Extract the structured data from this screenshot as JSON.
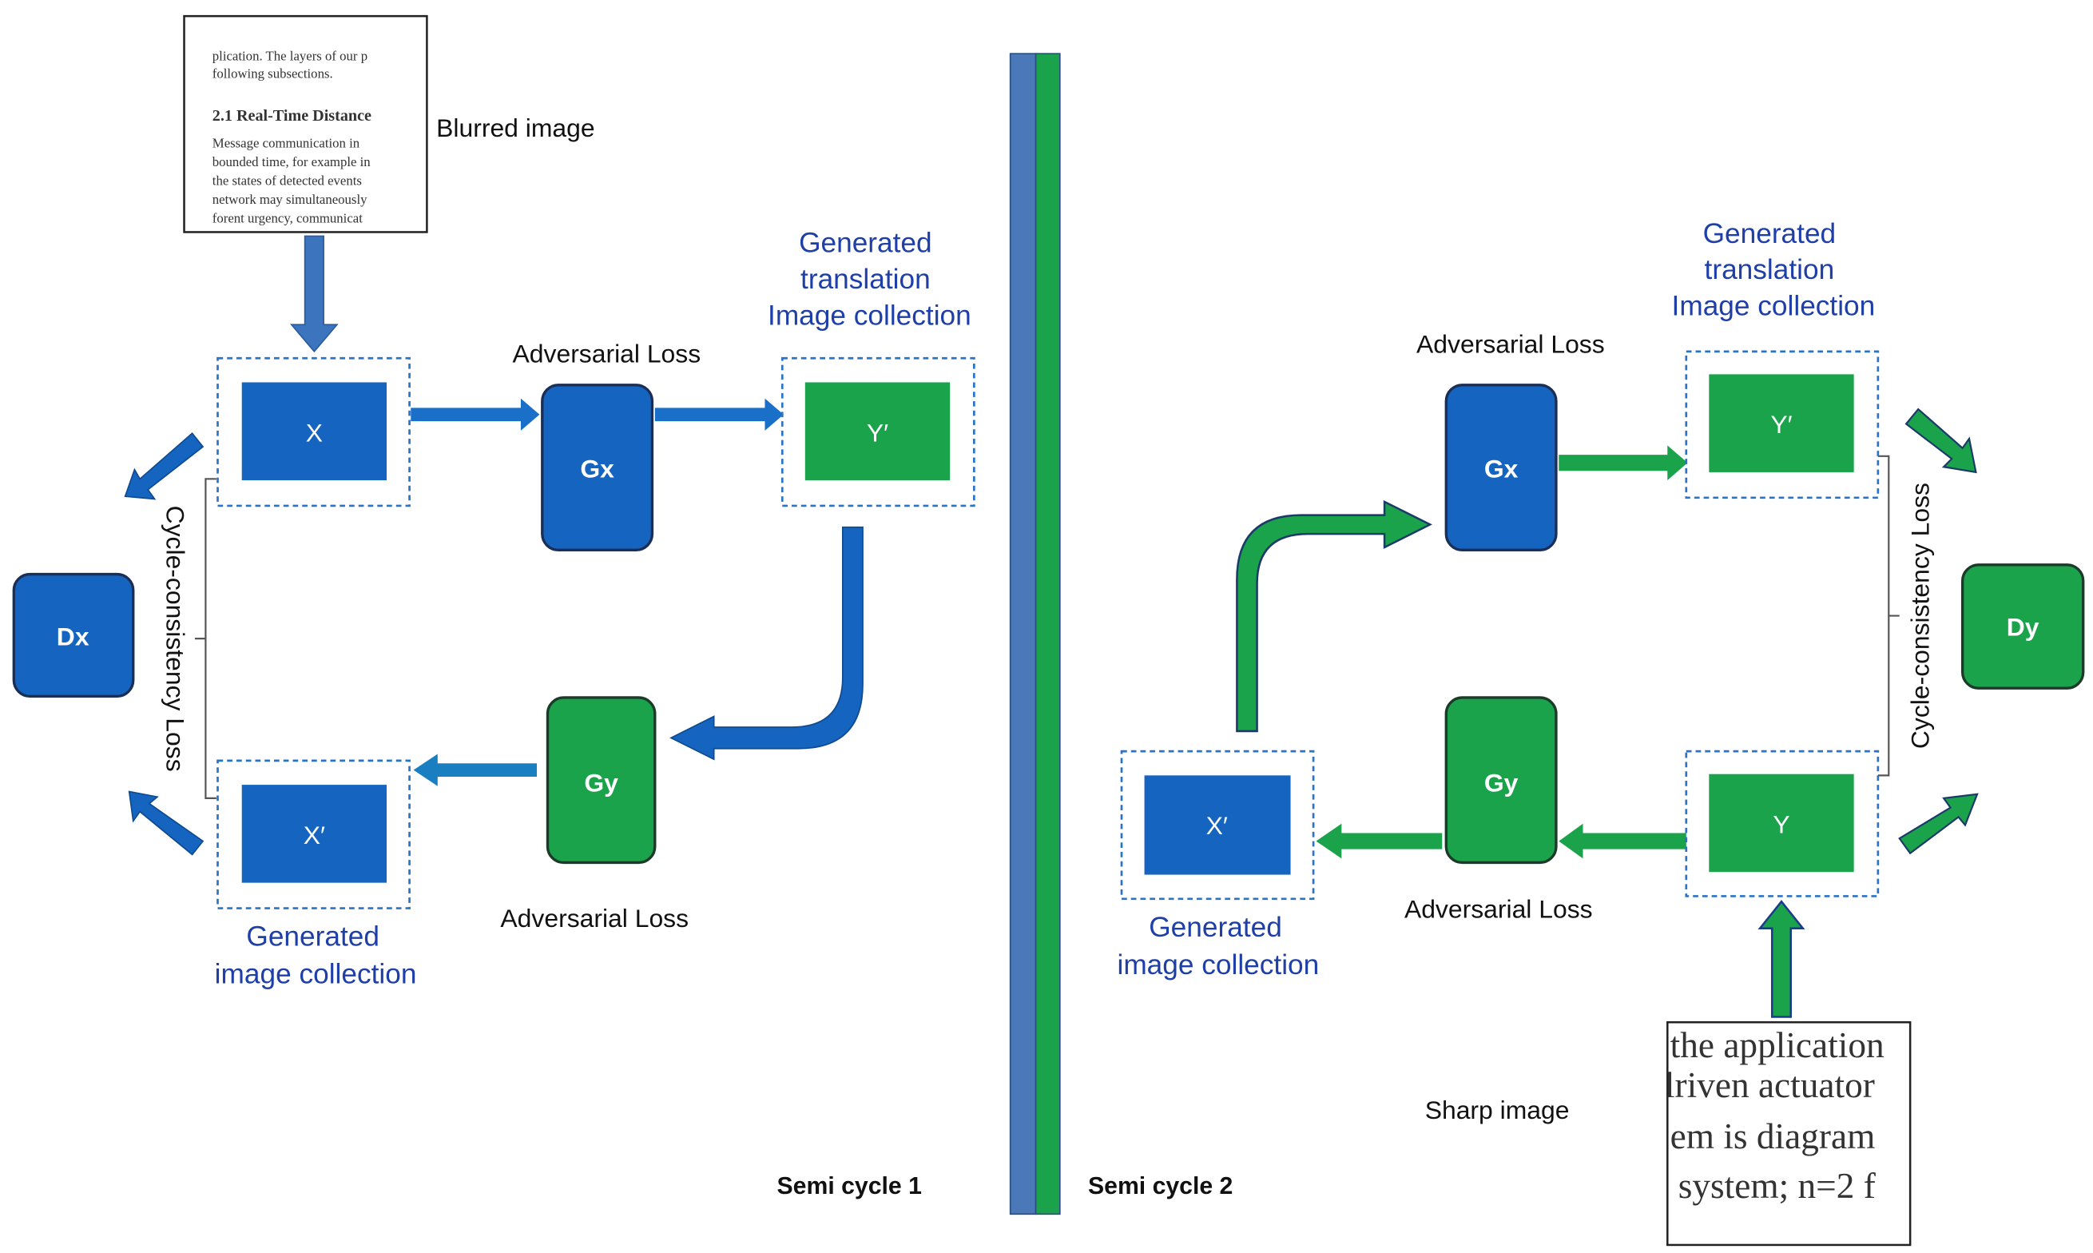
{
  "colors": {
    "blue": "#1565c0",
    "green": "#1aa34a",
    "dark_blue": "#0d5aa7",
    "label_blue": "#1f3fa8"
  },
  "left": {
    "blurred_label": "Blurred image",
    "blurred_doc_lines": [
      "plication. The layers of our p",
      "following subsections.",
      "2.1   Real-Time Distance",
      "Message communication in",
      "bounded time, for example in",
      "the states of detected events",
      "network may simultaneously",
      "forent urgency, communicat"
    ],
    "x_label": "X",
    "gx_label": "Gx",
    "gy_label": "Gy",
    "y_prime_label": "Y′",
    "x_prime_label": "X′",
    "dx_label": "Dx",
    "adv_loss_top": "Adversarial Loss",
    "adv_loss_bottom": "Adversarial Loss",
    "gen_translation": [
      "Generated",
      "translation",
      "Image collection"
    ],
    "gen_image": [
      "Generated",
      "image collection"
    ],
    "cycle_loss": "Cycle-consistency Loss",
    "semi_cycle": "Semi cycle 1"
  },
  "right": {
    "sharp_label": "Sharp image",
    "sharp_doc_lines": [
      "the application",
      "lriven actuator",
      "em is diagram",
      "system; n=2 f"
    ],
    "gx_label": "Gx",
    "gy_label": "Gy",
    "y_prime_label": "Y′",
    "y_label": "Y",
    "x_prime_label": "X′",
    "dy_label": "Dy",
    "adv_loss_top": "Adversarial Loss",
    "adv_loss_bottom": "Adversarial Loss",
    "gen_translation": [
      "Generated",
      "translation",
      "Image collection"
    ],
    "gen_image": [
      "Generated",
      "image collection"
    ],
    "cycle_loss": "Cycle-consistency Loss",
    "semi_cycle": "Semi cycle 2"
  }
}
